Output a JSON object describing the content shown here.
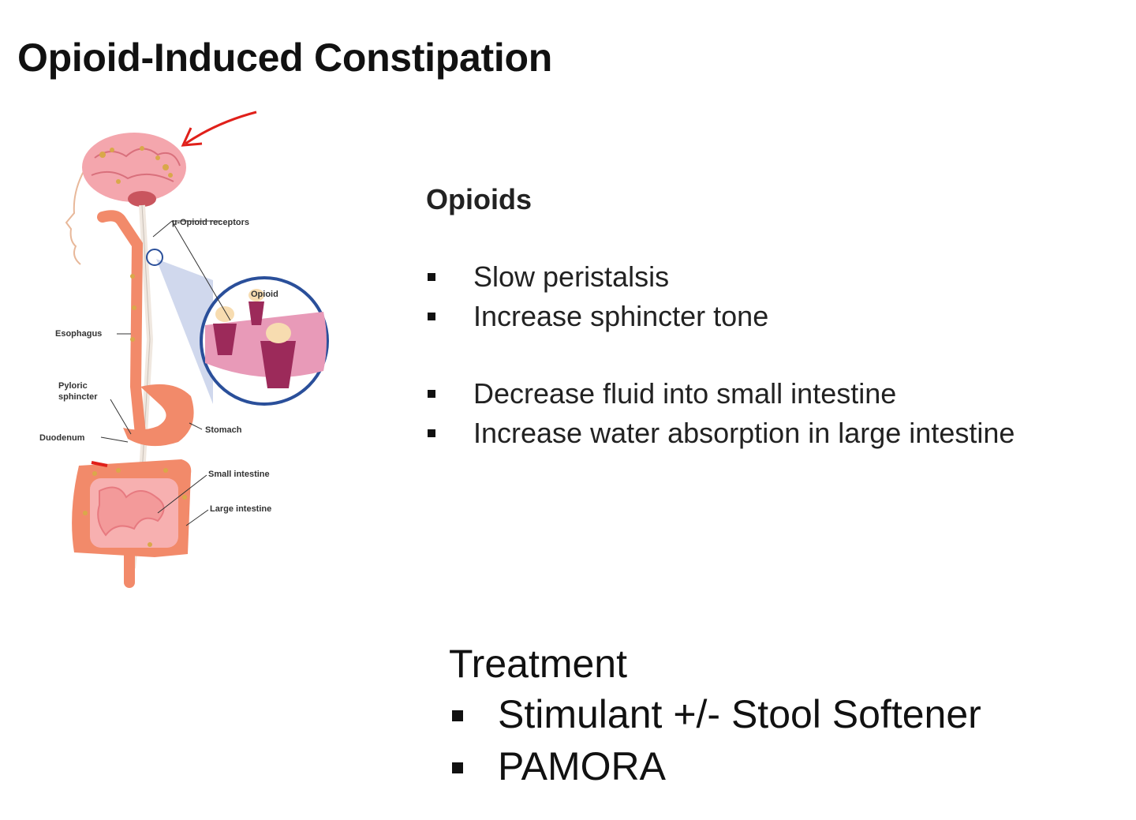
{
  "slide": {
    "title": "Opioid-Induced Constipation"
  },
  "diagram": {
    "labels": {
      "receptors": "µ-Opioid receptors",
      "opioid": "Opioid",
      "esophagus": "Esophagus",
      "pyloric": "Pyloric",
      "sphincter": "sphincter",
      "duodenum": "Duodenum",
      "stomach": "Stomach",
      "small_intestine": "Small intestine",
      "large_intestine": "Large intestine"
    },
    "colors": {
      "brain": "#f2a0a8",
      "gut": "#f28a6a",
      "annotation_arrow": "#e0201a",
      "inset_border": "#2a4f9a",
      "receptor": "#9c2a5a"
    }
  },
  "opioids": {
    "heading": "Opioids",
    "group1": [
      "Slow peristalsis",
      "Increase sphincter tone"
    ],
    "group2": [
      "Decrease fluid into small intestine",
      "Increase water absorption in large intestine"
    ]
  },
  "treatment": {
    "heading": "Treatment",
    "items": [
      "Stimulant +/- Stool Softener",
      "PAMORA"
    ]
  }
}
